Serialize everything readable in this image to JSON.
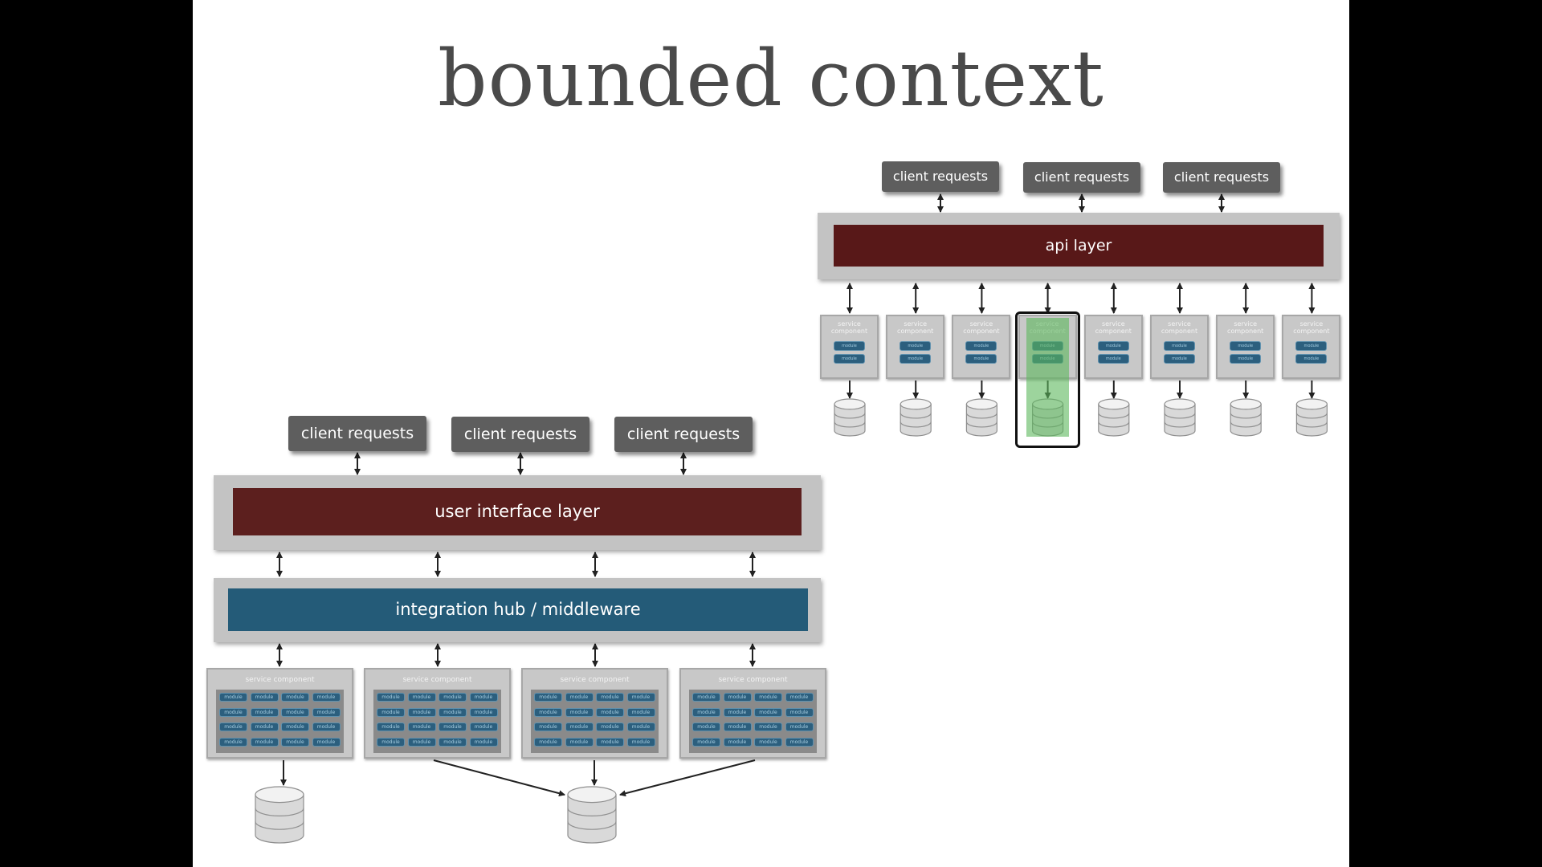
{
  "title": "bounded context",
  "colors": {
    "ui_layer": "#5c1f1e",
    "api_layer": "#581818",
    "middleware": "#245b78",
    "module": "#2c5f7e",
    "highlight": "#5cb85c"
  },
  "left_diagram": {
    "client_requests": [
      "client requests",
      "client requests",
      "client requests"
    ],
    "ui_layer_label": "user interface layer",
    "middleware_label": "integration hub / middleware",
    "service_components": [
      {
        "label": "service component",
        "modules": [
          "module",
          "module",
          "module",
          "module",
          "module",
          "module",
          "module",
          "module",
          "module",
          "module",
          "module",
          "module",
          "module",
          "module",
          "module",
          "module"
        ]
      },
      {
        "label": "service component",
        "modules": [
          "module",
          "module",
          "module",
          "module",
          "module",
          "module",
          "module",
          "module",
          "module",
          "module",
          "module",
          "module",
          "module",
          "module",
          "module",
          "module"
        ]
      },
      {
        "label": "service component",
        "modules": [
          "module",
          "module",
          "module",
          "module",
          "module",
          "module",
          "module",
          "module",
          "module",
          "module",
          "module",
          "module",
          "module",
          "module",
          "module",
          "module"
        ]
      },
      {
        "label": "service component",
        "modules": [
          "module",
          "module",
          "module",
          "module",
          "module",
          "module",
          "module",
          "module",
          "module",
          "module",
          "module",
          "module",
          "module",
          "module",
          "module",
          "module"
        ]
      }
    ],
    "databases": [
      "database-icon",
      "database-icon"
    ]
  },
  "right_diagram": {
    "client_requests": [
      "client requests",
      "client requests",
      "client requests"
    ],
    "api_layer_label": "api layer",
    "service_components": [
      {
        "label": "service component",
        "modules": [
          "module",
          "module"
        ]
      },
      {
        "label": "service component",
        "modules": [
          "module",
          "module"
        ]
      },
      {
        "label": "service component",
        "modules": [
          "module",
          "module"
        ]
      },
      {
        "label": "service component",
        "modules": [
          "module",
          "module"
        ]
      },
      {
        "label": "service component",
        "modules": [
          "module",
          "module"
        ]
      },
      {
        "label": "service component",
        "modules": [
          "module",
          "module"
        ]
      },
      {
        "label": "service component",
        "modules": [
          "module",
          "module"
        ]
      },
      {
        "label": "service component",
        "modules": [
          "module",
          "module"
        ]
      }
    ],
    "highlighted_component": 4
  }
}
